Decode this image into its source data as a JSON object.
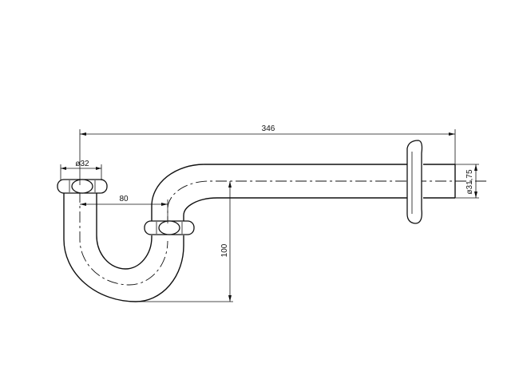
{
  "drawing": {
    "dimensions": {
      "overall_length": "346",
      "inlet_diameter": "ø32",
      "offset": "80",
      "drop": "100",
      "outlet_diameter": "ø31,75"
    }
  }
}
